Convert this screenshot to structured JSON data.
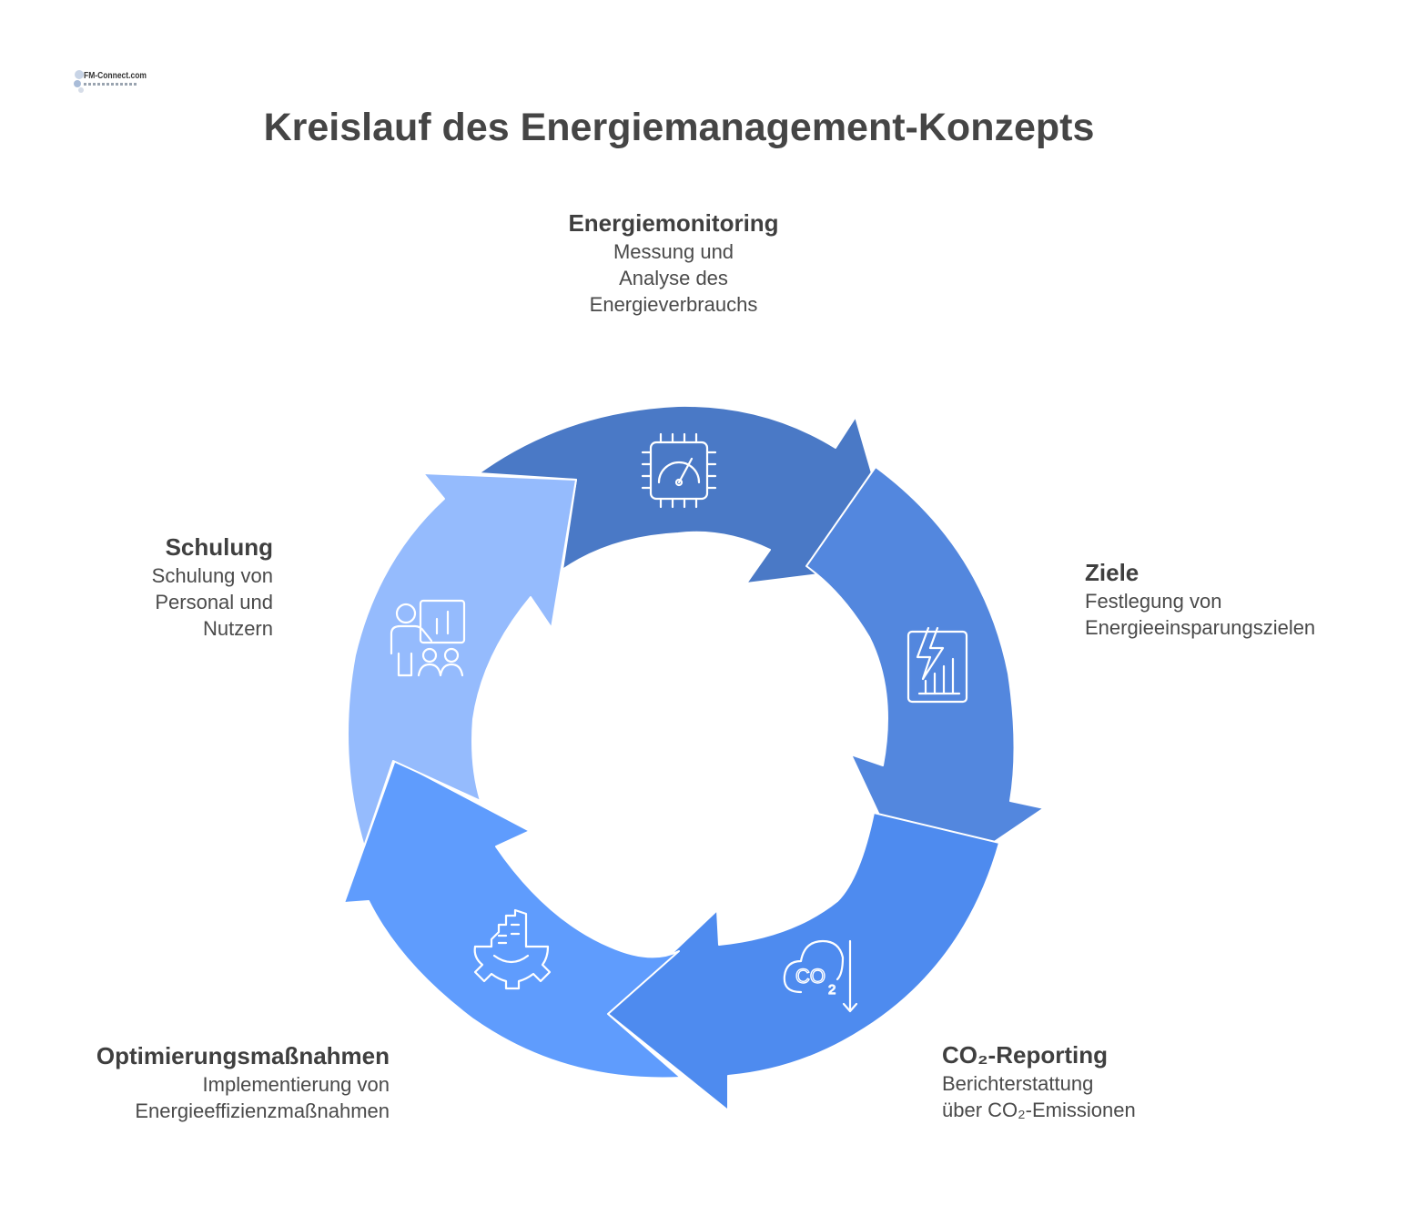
{
  "logo": {
    "text": "FM-Connect.com"
  },
  "title": "Kreislauf des Energiemanagement-Konzepts",
  "colors": {
    "top": "#4a79c6",
    "right": "#5387de",
    "bottom": "#4e8bef",
    "bottomleft": "#5f9cfd",
    "left": "#95bbfd",
    "icon": "#ffffff"
  },
  "steps": [
    {
      "id": "monitoring",
      "title": "Energiemonitoring",
      "description": "Messung und\nAnalyse des\nEnergieverbrauchs",
      "icon": "gauge-chip-icon"
    },
    {
      "id": "ziele",
      "title": "Ziele",
      "description": "Festlegung von\nEnergieeinsparungszielen",
      "icon": "energy-chart-icon"
    },
    {
      "id": "reporting",
      "title": "CO₂-Reporting",
      "description": "Berichterstattung\nüber CO₂-Emissionen",
      "icon": "co2-cloud-icon"
    },
    {
      "id": "optimierung",
      "title": "Optimierungsmaßnahmen",
      "description": "Implementierung von\nEnergieeffizienzmaßnahmen",
      "icon": "building-gear-icon"
    },
    {
      "id": "schulung",
      "title": "Schulung",
      "description": "Schulung von\nPersonal und\nNutzern",
      "icon": "training-presentation-icon"
    }
  ]
}
